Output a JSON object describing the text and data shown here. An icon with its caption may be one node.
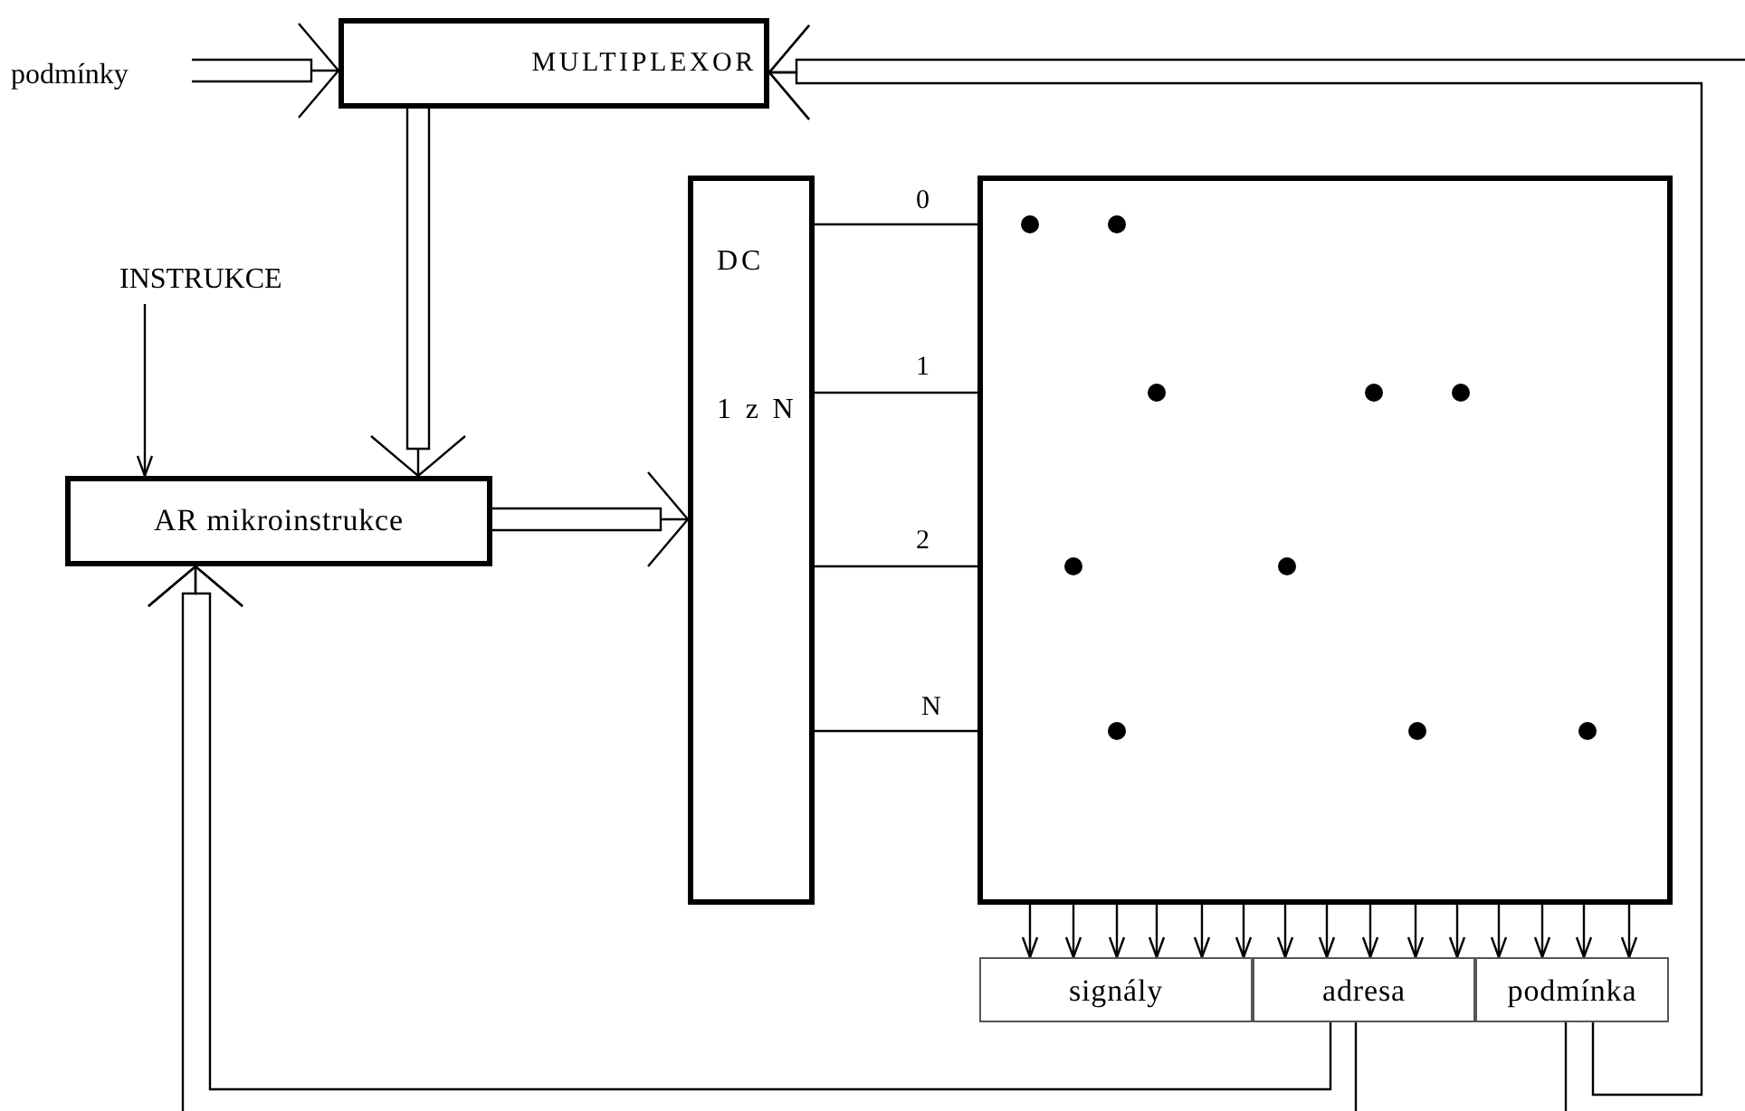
{
  "diagram": {
    "nodes": [
      {
        "text": [
          "podmínky"
        ]
      },
      {
        "text": [
          "MULTIPLEXOR"
        ]
      },
      {
        "text": [
          "INSTRUKCE"
        ]
      },
      {
        "text": [
          "AR mikroinstrukce"
        ]
      },
      {
        "text": [
          "DC",
          "1 z N"
        ]
      },
      {
        "text": [],
        "shape": "box"
      },
      {
        "text": [
          "signály"
        ]
      },
      {
        "text": [
          "adresa"
        ]
      },
      {
        "text": [
          "podmínka"
        ]
      }
    ],
    "edges": [
      {
        "from": 0,
        "to": 1,
        "arrow": "to"
      },
      {
        "from": null,
        "to": 1,
        "arrow": "to"
      },
      {
        "from": 8,
        "to": 1,
        "arrow": "to"
      },
      {
        "from": 1,
        "to": 3,
        "arrow": "to"
      },
      {
        "from": 2,
        "to": 3,
        "arrow": "to"
      },
      {
        "from": 3,
        "to": 4,
        "arrow": "to"
      },
      {
        "from": 4,
        "to": 5,
        "arrow": "none",
        "label": "0"
      },
      {
        "from": 4,
        "to": 5,
        "arrow": "none",
        "label": "1"
      },
      {
        "from": 4,
        "to": 5,
        "arrow": "none",
        "label": "2"
      },
      {
        "from": 4,
        "to": 5,
        "arrow": "none",
        "label": "N"
      },
      {
        "from": 5,
        "to": 6,
        "arrow": "to"
      },
      {
        "from": 5,
        "to": 6,
        "arrow": "to"
      },
      {
        "from": 5,
        "to": 6,
        "arrow": "to"
      },
      {
        "from": 5,
        "to": 6,
        "arrow": "to"
      },
      {
        "from": 5,
        "to": 6,
        "arrow": "to"
      },
      {
        "from": 5,
        "to": 6,
        "arrow": "to"
      },
      {
        "from": 5,
        "to": 7,
        "arrow": "to"
      },
      {
        "from": 5,
        "to": 7,
        "arrow": "to"
      },
      {
        "from": 5,
        "to": 7,
        "arrow": "to"
      },
      {
        "from": 5,
        "to": 7,
        "arrow": "to"
      },
      {
        "from": 5,
        "to": 7,
        "arrow": "to"
      },
      {
        "from": 5,
        "to": 8,
        "arrow": "to"
      },
      {
        "from": 5,
        "to": 8,
        "arrow": "to"
      },
      {
        "from": 5,
        "to": 8,
        "arrow": "to"
      },
      {
        "from": 5,
        "to": 8,
        "arrow": "to"
      },
      {
        "from": 7,
        "to": 3,
        "arrow": "to"
      },
      {
        "from": null,
        "to": 3,
        "arrow": "to"
      },
      {
        "from": 7,
        "to": null,
        "arrow": "none"
      },
      {
        "from": 8,
        "to": null,
        "arrow": "none"
      }
    ]
  }
}
